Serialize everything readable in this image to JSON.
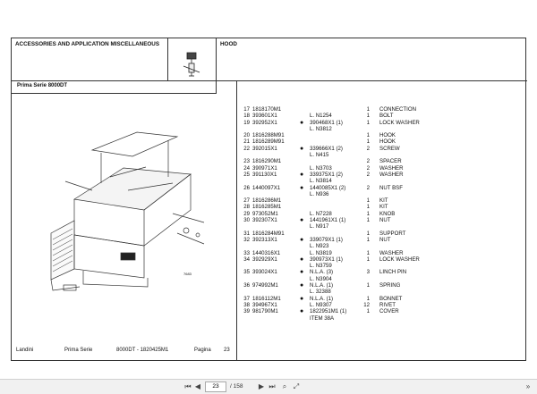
{
  "header": {
    "section_title": "ACCESSORIES AND APPLICATION MISCELLANEOUS",
    "group_title": "HOOD",
    "model_label": "Prima Serie 8000DT"
  },
  "drawing": {
    "figure_number": "7683"
  },
  "parts": [
    {
      "num": "17",
      "part": "1818170M1",
      "sym": "",
      "ref": "",
      "qty": "1",
      "desc": "CONNECTION"
    },
    {
      "num": "18",
      "part": "393601X1",
      "sym": "",
      "ref": "L. N1254",
      "qty": "1",
      "desc": "BOLT"
    },
    {
      "num": "19",
      "part": "392952X1",
      "sym": "●",
      "ref": "390468X1  (1)",
      "qty": "1",
      "desc": "LOCK WASHER"
    },
    {
      "num": "",
      "part": "",
      "sym": "",
      "ref": "L. N3812",
      "qty": "",
      "desc": ""
    },
    {
      "num": "20",
      "part": "1816288M91",
      "sym": "",
      "ref": "",
      "qty": "1",
      "desc": "HOOK"
    },
    {
      "num": "21",
      "part": "1816289M91",
      "sym": "",
      "ref": "",
      "qty": "1",
      "desc": "HOOK"
    },
    {
      "num": "22",
      "part": "392015X1",
      "sym": "●",
      "ref": "339666X1  (2)",
      "qty": "2",
      "desc": "SCREW"
    },
    {
      "num": "",
      "part": "",
      "sym": "",
      "ref": "L. N415",
      "qty": "",
      "desc": ""
    },
    {
      "num": "23",
      "part": "1816290M1",
      "sym": "",
      "ref": "",
      "qty": "2",
      "desc": "SPACER"
    },
    {
      "num": "24",
      "part": "390971X1",
      "sym": "",
      "ref": "L. N3703",
      "qty": "2",
      "desc": "WASHER"
    },
    {
      "num": "25",
      "part": "391130X1",
      "sym": "●",
      "ref": "339375X1  (2)",
      "qty": "2",
      "desc": "WASHER"
    },
    {
      "num": "",
      "part": "",
      "sym": "",
      "ref": "L. N3814",
      "qty": "",
      "desc": ""
    },
    {
      "num": "26",
      "part": "1440097X1",
      "sym": "●",
      "ref": "1440085X1  (2)",
      "qty": "2",
      "desc": "NUT BSF"
    },
    {
      "num": "",
      "part": "",
      "sym": "",
      "ref": "L. N936",
      "qty": "",
      "desc": ""
    },
    {
      "num": "27",
      "part": "1816286M1",
      "sym": "",
      "ref": "",
      "qty": "1",
      "desc": "KIT"
    },
    {
      "num": "28",
      "part": "1816285M1",
      "sym": "",
      "ref": "",
      "qty": "1",
      "desc": "KIT"
    },
    {
      "num": "29",
      "part": "973052M1",
      "sym": "",
      "ref": "L. N7228",
      "qty": "1",
      "desc": "KNOB"
    },
    {
      "num": "30",
      "part": "392307X1",
      "sym": "●",
      "ref": "1441961X1  (1)",
      "qty": "1",
      "desc": "NUT"
    },
    {
      "num": "",
      "part": "",
      "sym": "",
      "ref": "L. N917",
      "qty": "",
      "desc": ""
    },
    {
      "num": "31",
      "part": "1816284M91",
      "sym": "",
      "ref": "",
      "qty": "1",
      "desc": "SUPPORT"
    },
    {
      "num": "32",
      "part": "392313X1",
      "sym": "●",
      "ref": "339079X1  (1)",
      "qty": "1",
      "desc": "NUT"
    },
    {
      "num": "",
      "part": "",
      "sym": "",
      "ref": "L. N923",
      "qty": "",
      "desc": ""
    },
    {
      "num": "33",
      "part": "1440316X1",
      "sym": "",
      "ref": "L. N3819",
      "qty": "1",
      "desc": "WASHER"
    },
    {
      "num": "34",
      "part": "392929X1",
      "sym": "●",
      "ref": "390973X1  (1)",
      "qty": "1",
      "desc": "LOCK WASHER"
    },
    {
      "num": "",
      "part": "",
      "sym": "",
      "ref": "L. N3759",
      "qty": "",
      "desc": ""
    },
    {
      "num": "35",
      "part": "393024X1",
      "sym": "●",
      "ref": "N.L.A.  (3)",
      "qty": "3",
      "desc": "LINCH PIN"
    },
    {
      "num": "",
      "part": "",
      "sym": "",
      "ref": "L. N3904",
      "qty": "",
      "desc": ""
    },
    {
      "num": "36",
      "part": "974992M1",
      "sym": "●",
      "ref": "N.L.A.  (1)",
      "qty": "1",
      "desc": "SPRING"
    },
    {
      "num": "",
      "part": "",
      "sym": "",
      "ref": "L. 32388",
      "qty": "",
      "desc": ""
    },
    {
      "num": "37",
      "part": "1816112M1",
      "sym": "●",
      "ref": "N.L.A.  (1)",
      "qty": "1",
      "desc": "BONNET"
    },
    {
      "num": "38",
      "part": "394967X1",
      "sym": "",
      "ref": "L. N9307",
      "qty": "12",
      "desc": "RIVET"
    },
    {
      "num": "39",
      "part": "981790M1",
      "sym": "●",
      "ref": "1822951M1  (1)",
      "qty": "1",
      "desc": "COVER"
    },
    {
      "num": "",
      "part": "",
      "sym": "",
      "ref": "ITEM 38A",
      "qty": "",
      "desc": ""
    }
  ],
  "footer": {
    "brand": "Landini",
    "series": "Prima Serie",
    "model_code": "8000DT - 1820425M1",
    "page_label": "Pagina",
    "page_number": "23"
  },
  "viewer": {
    "current_page": "23",
    "total_pages": "/ 158"
  }
}
